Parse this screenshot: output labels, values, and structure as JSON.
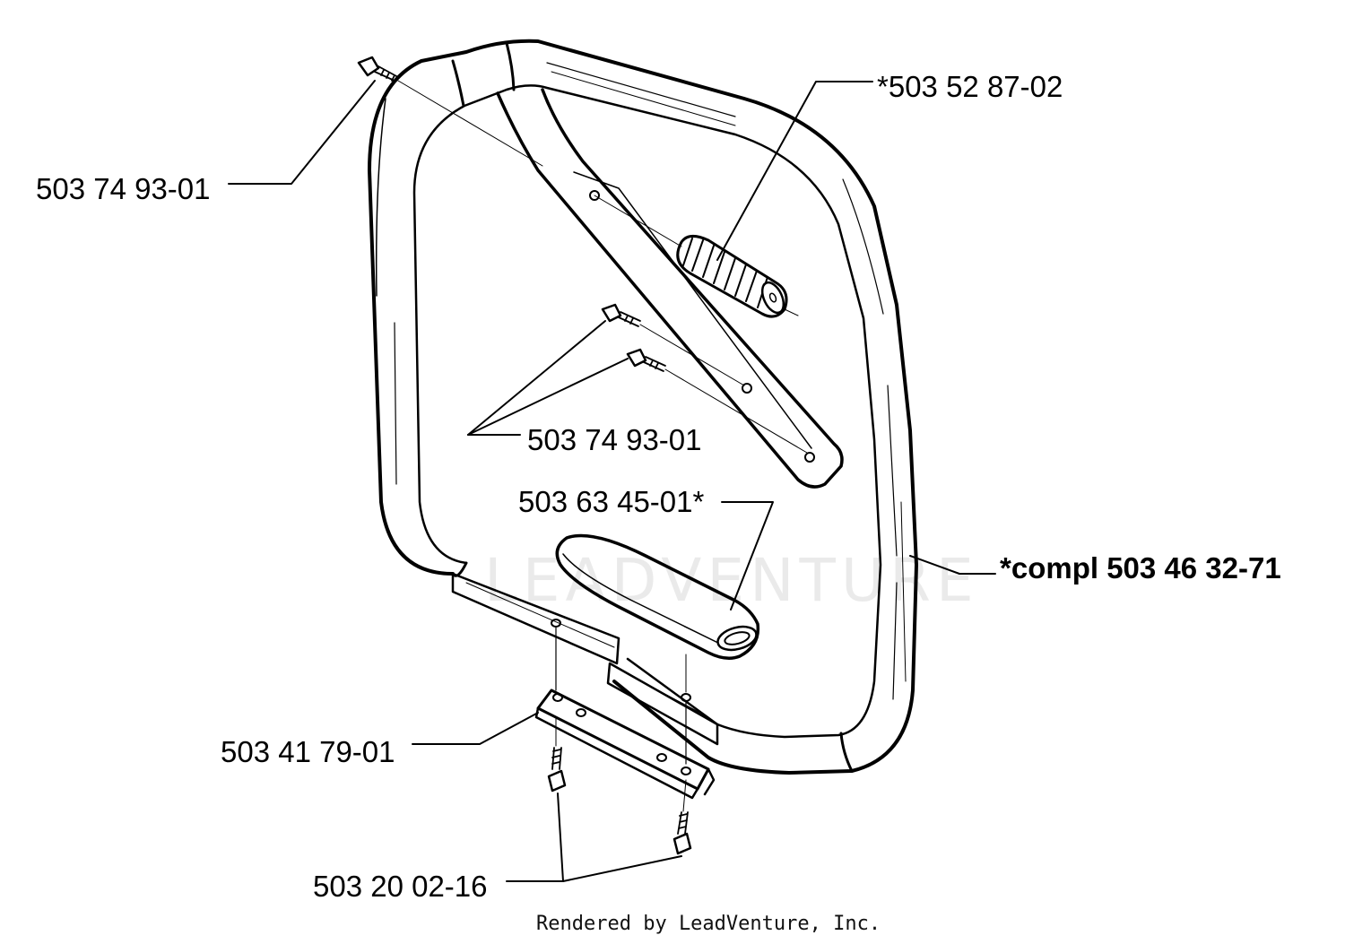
{
  "labels": {
    "bolt_top": "503 74 93-01",
    "grip_rubber": "*503 52 87-02",
    "bolts_middle": "503 74 93-01",
    "sleeve": "503 63 45-01*",
    "handle_complete": "*compl 503 46 32-71",
    "clamp_plate": "503 41 79-01",
    "screws_bottom": "503 20 02-16"
  },
  "footer": "Rendered by LeadVenture, Inc.",
  "watermark": "LEADVENTURE"
}
